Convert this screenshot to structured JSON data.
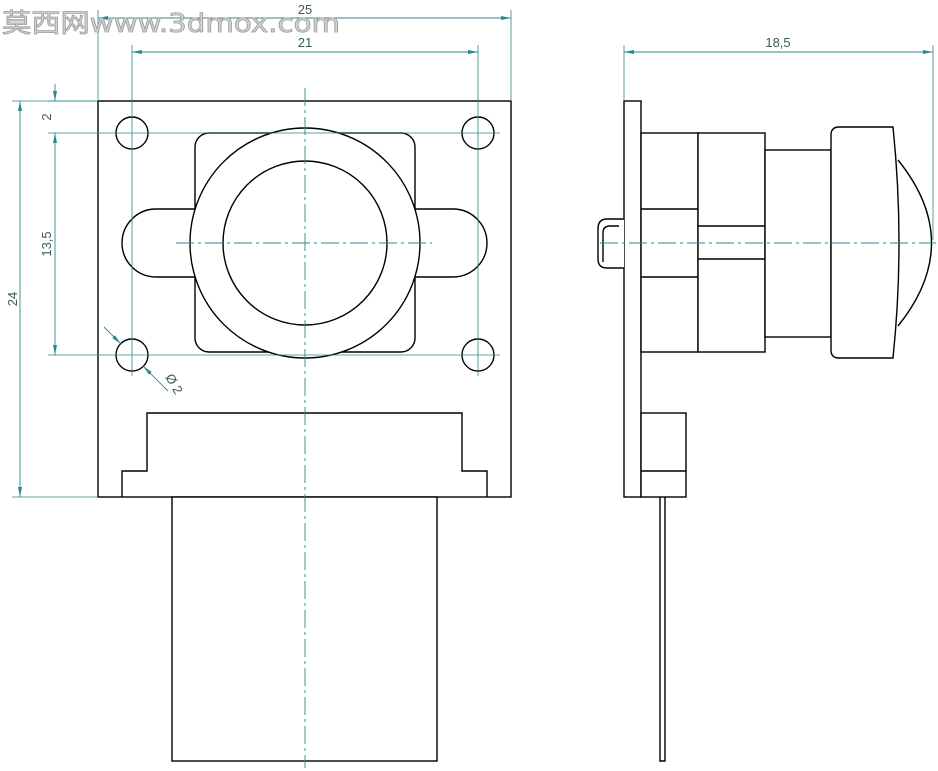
{
  "watermark": "莫西网www.3dmox.com",
  "front_view": {
    "dimensions": {
      "overall_width": "25",
      "hole_spacing_horizontal": "21",
      "overall_height": "24",
      "hole_edge_offset": "2",
      "hole_spacing_vertical": "13,5",
      "hole_diameter": "Ø 2"
    }
  },
  "side_view": {
    "dimensions": {
      "overall_depth": "18,5"
    }
  },
  "colors": {
    "outline": "#000000",
    "dimension": "#2a8a8c",
    "centerline": "#2a8a8c",
    "watermark": "#9c9c9c",
    "background": "#ffffff"
  }
}
